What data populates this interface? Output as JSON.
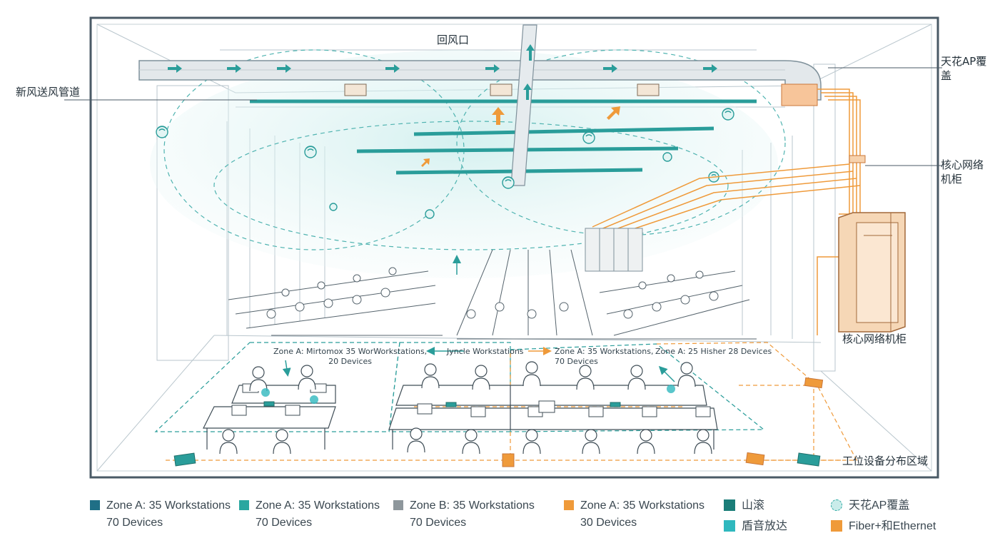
{
  "labels": {
    "return_air": "回风口",
    "fresh_air_duct": "新风送风管道",
    "ceiling_ap_line1": "天花AP覆",
    "ceiling_ap_line2": "盖",
    "core_rack_line1": "核心网络",
    "core_rack_line2": "机柜",
    "core_rack_main": "核心网络机柜",
    "workstation_area": "工位设备分布区域"
  },
  "zone_labels": {
    "z1": "Zone A: Mirtomox 35 WorWorkstations,",
    "z1b": "20 Devices",
    "z2": "Jyncle Workstations",
    "z3": "Zone A: 35 Workstations,",
    "z3b": "70 Devices",
    "z4": "Zone A: 25 Hisher 28 Devices"
  },
  "legend": [
    {
      "line1": "Zone A: 35 Workstations",
      "line2": "70 Devices",
      "color": "#1f6f86"
    },
    {
      "line1": "Zone A: 35 Workstations",
      "line2": "70 Devices",
      "color": "#2aa7a0"
    },
    {
      "line1": "Zone B: 35 Workstations",
      "line2": "70 Devices",
      "color": "#8e979c"
    },
    {
      "line1": "Zone A: 35 Workstations",
      "line2": "30 Devices",
      "color": "#ef9a3a"
    },
    {
      "line1": "山滚",
      "color": "#1a7d78"
    },
    {
      "line1": "盾音放达",
      "color": "#2fb8be"
    },
    {
      "line1": "天花AP覆盖",
      "color": "#2aa7a0"
    },
    {
      "line1": "Fiber+和Ethernet",
      "color": "#ef9a3a"
    }
  ],
  "colors": {
    "line": "#8fa3ad",
    "teal": "#2a9d9a",
    "orange": "#ef9a3a",
    "frame": "#4a5a66",
    "air": "#d6f0ef"
  }
}
